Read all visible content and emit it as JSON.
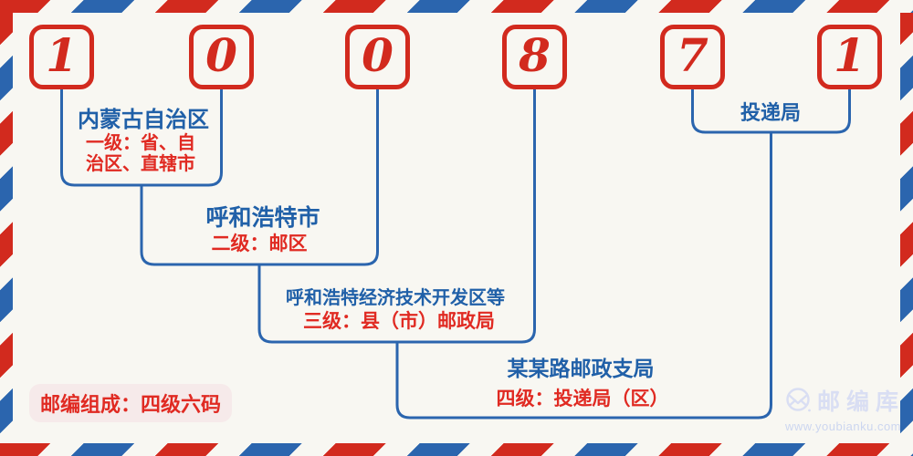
{
  "postal_code": {
    "digits": [
      "1",
      "0",
      "0",
      "8",
      "7",
      "1"
    ]
  },
  "levels": {
    "level1": {
      "name": "内蒙古自治区",
      "desc": "一级：省、自治区、直辖市"
    },
    "level2": {
      "name": "呼和浩特市",
      "desc": "二级：邮区"
    },
    "level3": {
      "name": "呼和浩特经济技术开发区等",
      "desc": "三级：县（市）邮政局"
    },
    "level4": {
      "name": "某某路邮政支局",
      "desc": "四级：投递局（区）"
    },
    "delivery_office": {
      "name": "投递局"
    }
  },
  "badge": {
    "text": "邮编组成：四级六码"
  },
  "watermark": {
    "brand": "邮编库",
    "url": "www.youbianku.com",
    "icon": "envelope-in-circle"
  },
  "colors": {
    "red": "#d22a1e",
    "blue": "#2b65ae",
    "text_blue": "#2060a8",
    "text_red": "#e02a22",
    "badge_bg": "#f6eaea",
    "watermark": "#d9def3",
    "background": "#f8f7f2"
  }
}
